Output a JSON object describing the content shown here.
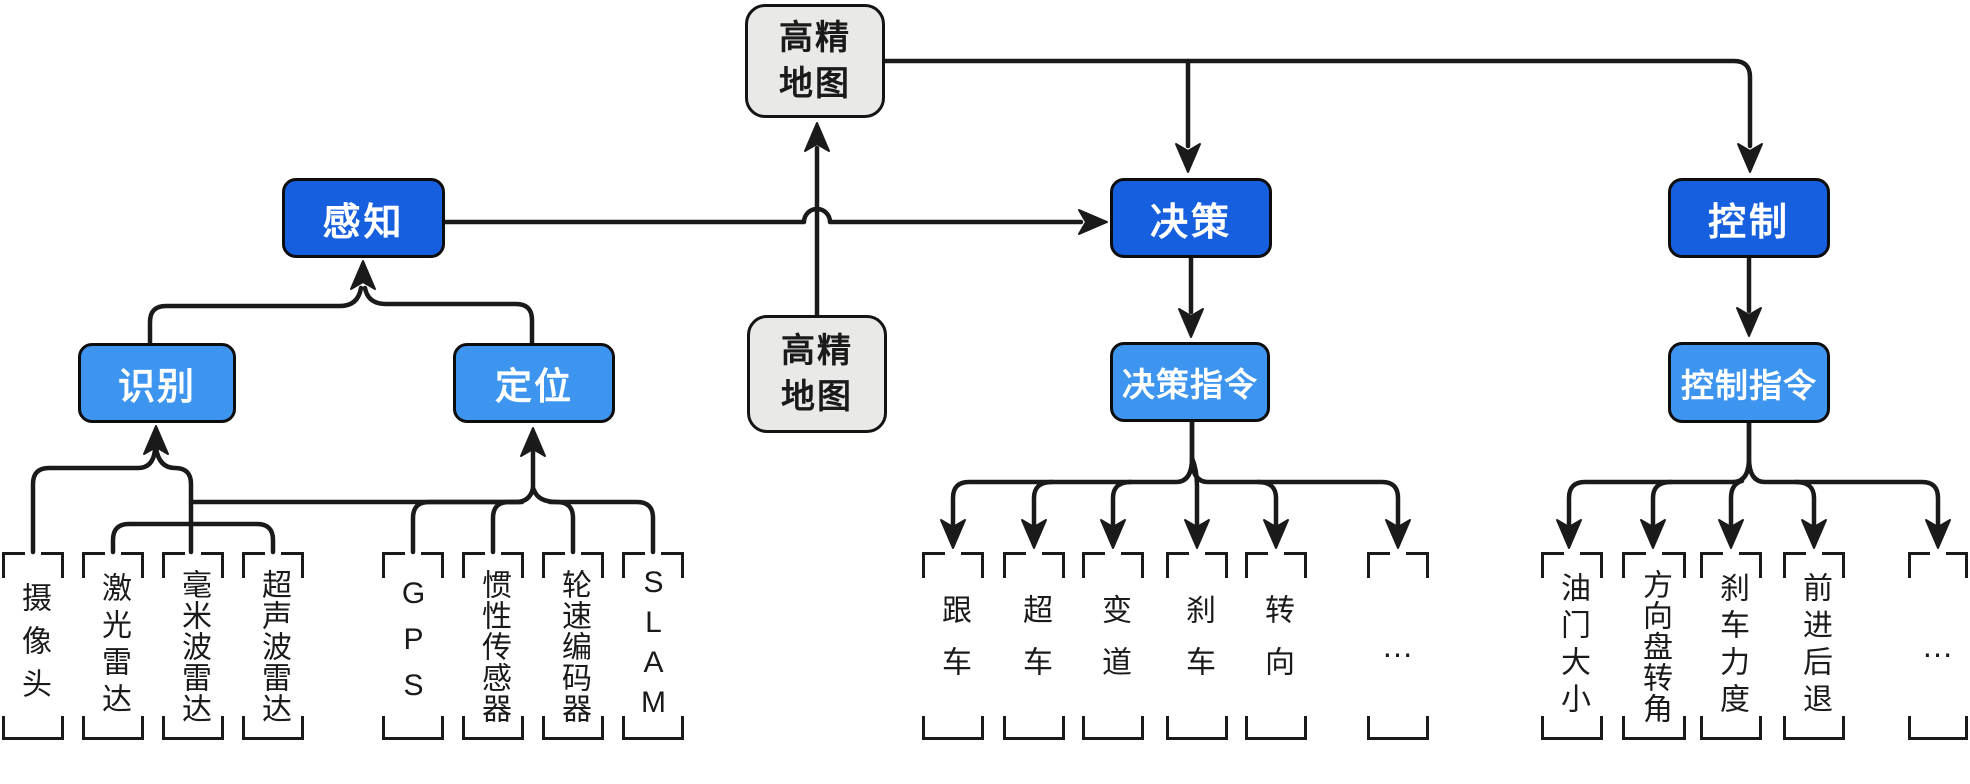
{
  "palette": {
    "primary_blue": "#165FDF",
    "light_blue": "#3D95F0",
    "map_gray": "#E9E9E7",
    "line_black": "#1a1a1a",
    "text_on_blue": "#FFFFFF",
    "text_dark": "#1A1A1A"
  },
  "nodes": {
    "hd_map_top": {
      "line1": "高精",
      "line2": "地图"
    },
    "hd_map_mid": {
      "line1": "高精",
      "line2": "地图"
    },
    "perception": {
      "label": "感知"
    },
    "decision": {
      "label": "决策"
    },
    "control": {
      "label": "控制"
    },
    "recognition": {
      "label": "识别"
    },
    "localization": {
      "label": "定位"
    },
    "decision_cmd": {
      "label": "决策指令"
    },
    "control_cmd": {
      "label": "控制指令"
    }
  },
  "recognition_sources": [
    {
      "id": "camera",
      "label": "摄像头"
    },
    {
      "id": "lidar",
      "label": "激光雷达"
    },
    {
      "id": "mmwave_radar",
      "label": "毫米波雷达"
    },
    {
      "id": "ultrasonic_radar",
      "label": "超声波雷达"
    }
  ],
  "localization_sources": [
    {
      "id": "gps",
      "label": "GPS"
    },
    {
      "id": "imu",
      "label": "惯性传感器"
    },
    {
      "id": "wheel_encoder",
      "label": "轮速编码器"
    },
    {
      "id": "slam",
      "label": "SLAM"
    }
  ],
  "decision_outputs": [
    {
      "id": "follow",
      "label": "跟车"
    },
    {
      "id": "overtake",
      "label": "超车"
    },
    {
      "id": "lane_change",
      "label": "变道"
    },
    {
      "id": "brake",
      "label": "刹车"
    },
    {
      "id": "steer",
      "label": "转向"
    },
    {
      "id": "more",
      "label": "…"
    }
  ],
  "control_outputs": [
    {
      "id": "throttle_amount",
      "label": "油门大小"
    },
    {
      "id": "steering_wheel_angle",
      "label": "方向盘转角"
    },
    {
      "id": "brake_force",
      "label": "刹车力度"
    },
    {
      "id": "forward_backward",
      "label": "前进后退"
    },
    {
      "id": "more",
      "label": "…"
    }
  ],
  "edges": [
    [
      "camera",
      "recognition"
    ],
    [
      "lidar",
      "recognition"
    ],
    [
      "mmwave_radar",
      "recognition"
    ],
    [
      "ultrasonic_radar",
      "recognition"
    ],
    [
      "gps",
      "localization"
    ],
    [
      "imu",
      "localization"
    ],
    [
      "wheel_encoder",
      "localization"
    ],
    [
      "slam",
      "localization"
    ],
    [
      "recognition",
      "perception"
    ],
    [
      "localization",
      "perception"
    ],
    [
      "hd_map_mid",
      "hd_map_top"
    ],
    [
      "hd_map_top",
      "decision"
    ],
    [
      "hd_map_top",
      "control"
    ],
    [
      "perception",
      "decision"
    ],
    [
      "decision",
      "decision_cmd"
    ],
    [
      "control",
      "control_cmd"
    ],
    [
      "decision_cmd",
      "follow"
    ],
    [
      "decision_cmd",
      "overtake"
    ],
    [
      "decision_cmd",
      "lane_change"
    ],
    [
      "decision_cmd",
      "brake"
    ],
    [
      "decision_cmd",
      "steer"
    ],
    [
      "decision_cmd",
      "more"
    ],
    [
      "control_cmd",
      "throttle_amount"
    ],
    [
      "control_cmd",
      "steering_wheel_angle"
    ],
    [
      "control_cmd",
      "brake_force"
    ],
    [
      "control_cmd",
      "forward_backward"
    ],
    [
      "control_cmd",
      "more"
    ]
  ]
}
